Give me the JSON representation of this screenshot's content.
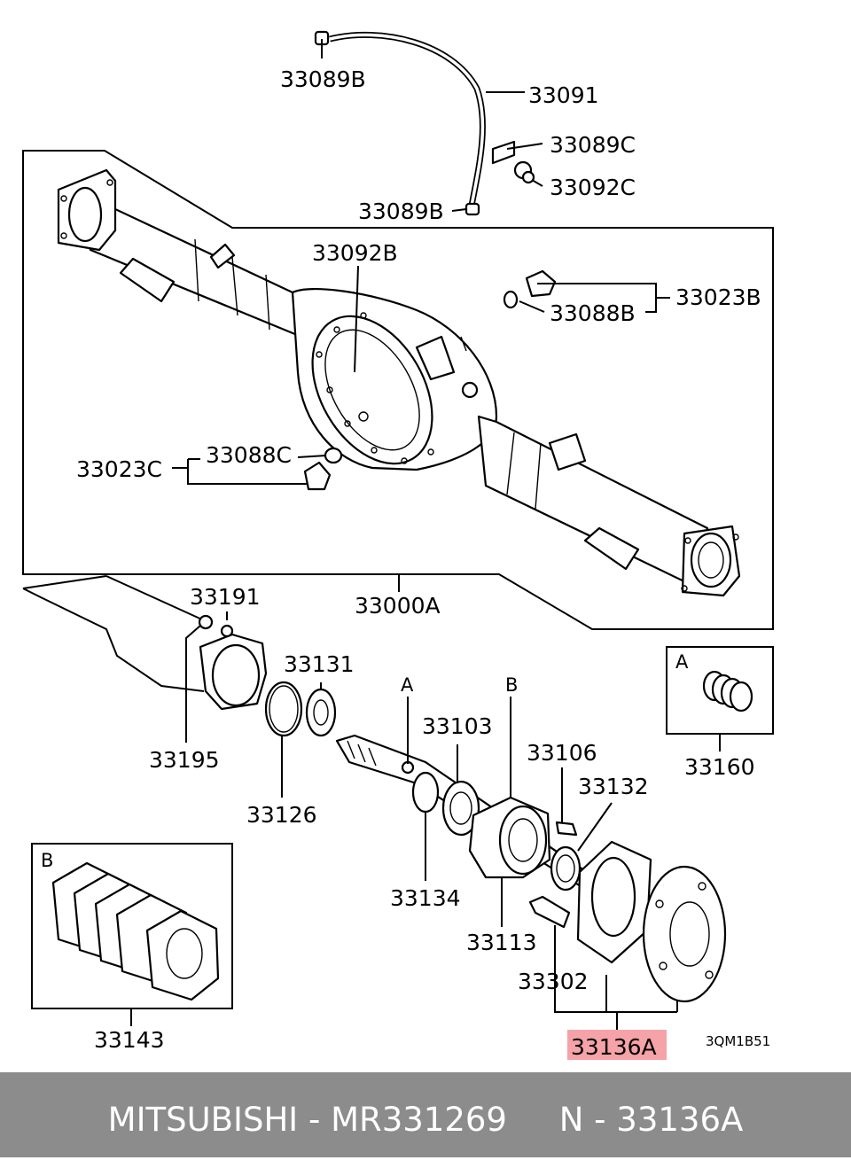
{
  "diagram": {
    "labels": {
      "p33089b_top": "33089B",
      "p33091": "33091",
      "p33089c": "33089C",
      "p33092c": "33092C",
      "p33089b_mid": "33089B",
      "p33092b": "33092B",
      "p33023b": "33023B",
      "p33088b": "33088B",
      "p33088c": "33088C",
      "p33023c": "33023C",
      "p33191": "33191",
      "p33000a": "33000A",
      "p33131": "33131",
      "p33195": "33195",
      "p33126": "33126",
      "mark_a": "A",
      "mark_b": "B",
      "p33103": "33103",
      "p33106": "33106",
      "p33132": "33132",
      "p33134": "33134",
      "p33113": "33113",
      "p33302": "33302",
      "p33136a": "33136A",
      "p33160": "33160",
      "p33143": "33143",
      "inset_a": "A",
      "inset_b": "B",
      "drawing_code": "3QM1B51"
    },
    "highlight_color": "#f5a3a8"
  },
  "footer": {
    "text": "MITSUBISHI - MR331269     N - 33136A",
    "background": "#8c8c8c"
  }
}
